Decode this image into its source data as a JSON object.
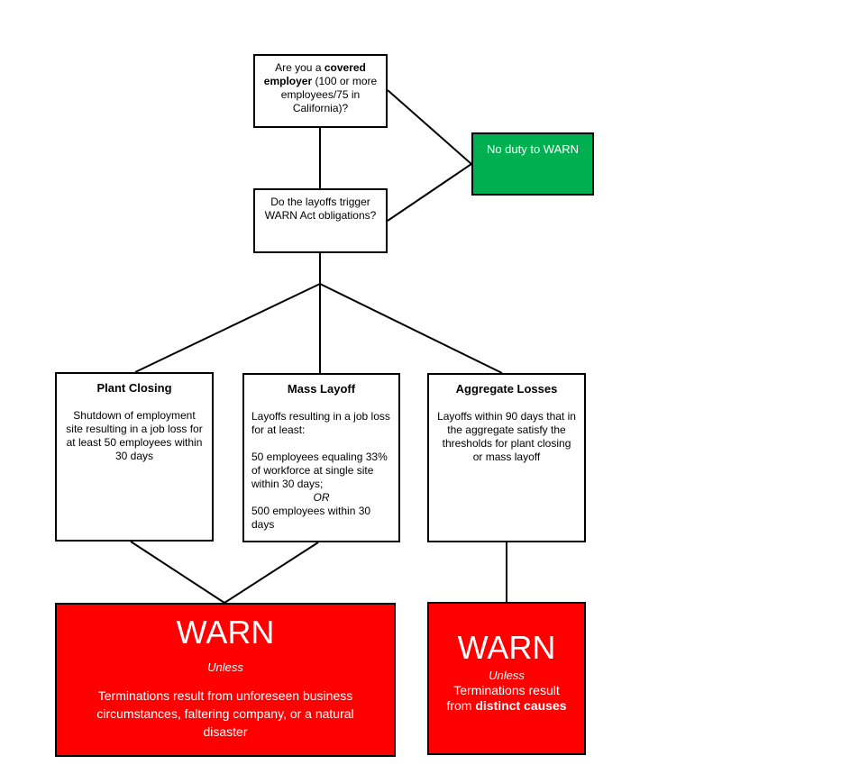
{
  "question1": {
    "prefix": "Are you a ",
    "bold": "covered employer",
    "suffix": " (100 or more employees/75 in California)?"
  },
  "question2": {
    "text": "Do the layoffs trigger WARN Act obligations?"
  },
  "no_duty": {
    "text": "No duty to WARN"
  },
  "plant_closing": {
    "title": "Plant Closing",
    "body": "Shutdown of employment site resulting in a  job loss for at least 50 employees within 30 days"
  },
  "mass_layoff": {
    "title": "Mass Layoff",
    "intro": "Layoffs resulting in a job loss for at least:",
    "option1": "50 employees equaling 33%  of workforce  at single site within 30 days;",
    "or": "OR",
    "option2": "500 employees within 30 days"
  },
  "aggregate_losses": {
    "title": "Aggregate Losses",
    "body": "Layoffs within 90 days that in the aggregate satisfy the thresholds for plant closing or mass layoff"
  },
  "warn_left": {
    "title": "WARN",
    "unless": "Unless",
    "body": "Terminations result from unforeseen business circumstances, faltering company, or a natural disaster"
  },
  "warn_right": {
    "title": "WARN",
    "unless": "Unless",
    "body_prefix": "Terminations result from ",
    "body_bold": "distinct causes"
  },
  "colors": {
    "no_duty_fill": "#00b050",
    "warn_fill": "#ff0000",
    "border": "#000000"
  }
}
